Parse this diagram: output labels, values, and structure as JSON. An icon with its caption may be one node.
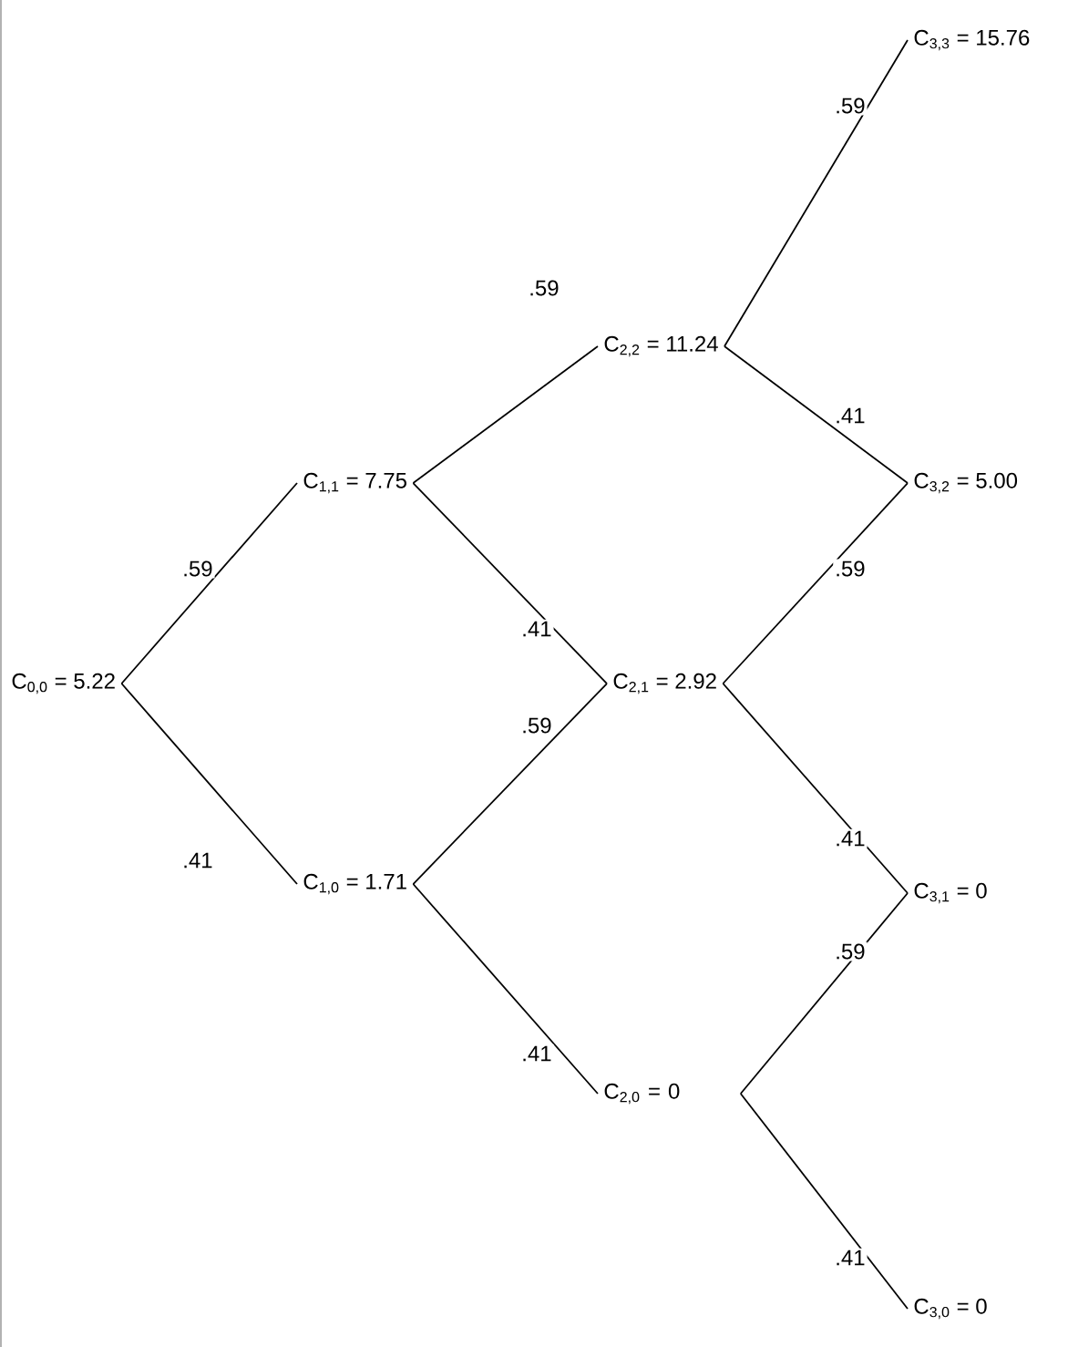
{
  "diagram": {
    "nodes": [
      {
        "text": [
          "C$_{0,0}$ = 5.22"
        ]
      },
      {
        "text": [
          "C$_{1,1}$ = 7.75"
        ]
      },
      {
        "text": [
          "C$_{1,0}$ = 1.71"
        ]
      },
      {
        "text": [
          "C$_{2,2}$ = 11.24"
        ]
      },
      {
        "text": [
          "C$_{2,1}$ = 2.92"
        ]
      },
      {
        "text": [
          "C$_{2,0}$ = 0"
        ]
      },
      {
        "text": [
          "C$_{3,3}$ = 15.76"
        ]
      },
      {
        "text": [
          "C$_{3,2}$ = 5.00"
        ]
      },
      {
        "text": [
          "C$_{3,1}$ = 0"
        ]
      },
      {
        "text": [
          "C$_{3,0}$ = 0"
        ]
      }
    ],
    "edges": [
      {
        "from": 0,
        "to": 1,
        "arrow": "none",
        "label": ".59"
      },
      {
        "from": 0,
        "to": 2,
        "arrow": "none",
        "label": ".41"
      },
      {
        "from": 1,
        "to": 3,
        "arrow": "none",
        "label": ".59"
      },
      {
        "from": 1,
        "to": 4,
        "arrow": "none",
        "label": ".41"
      },
      {
        "from": 2,
        "to": 4,
        "arrow": "none",
        "label": ".59"
      },
      {
        "from": 2,
        "to": 5,
        "arrow": "none",
        "label": ".41"
      },
      {
        "from": 3,
        "to": 6,
        "arrow": "none",
        "label": ".59"
      },
      {
        "from": 3,
        "to": 7,
        "arrow": "none",
        "label": ".41"
      },
      {
        "from": 4,
        "to": 7,
        "arrow": "none",
        "label": ".59"
      },
      {
        "from": 4,
        "to": 8,
        "arrow": "none",
        "label": ".41"
      },
      {
        "from": 5,
        "to": 8,
        "arrow": "none",
        "label": ".59"
      },
      {
        "from": 5,
        "to": 9,
        "arrow": "none",
        "label": ".41"
      }
    ]
  }
}
